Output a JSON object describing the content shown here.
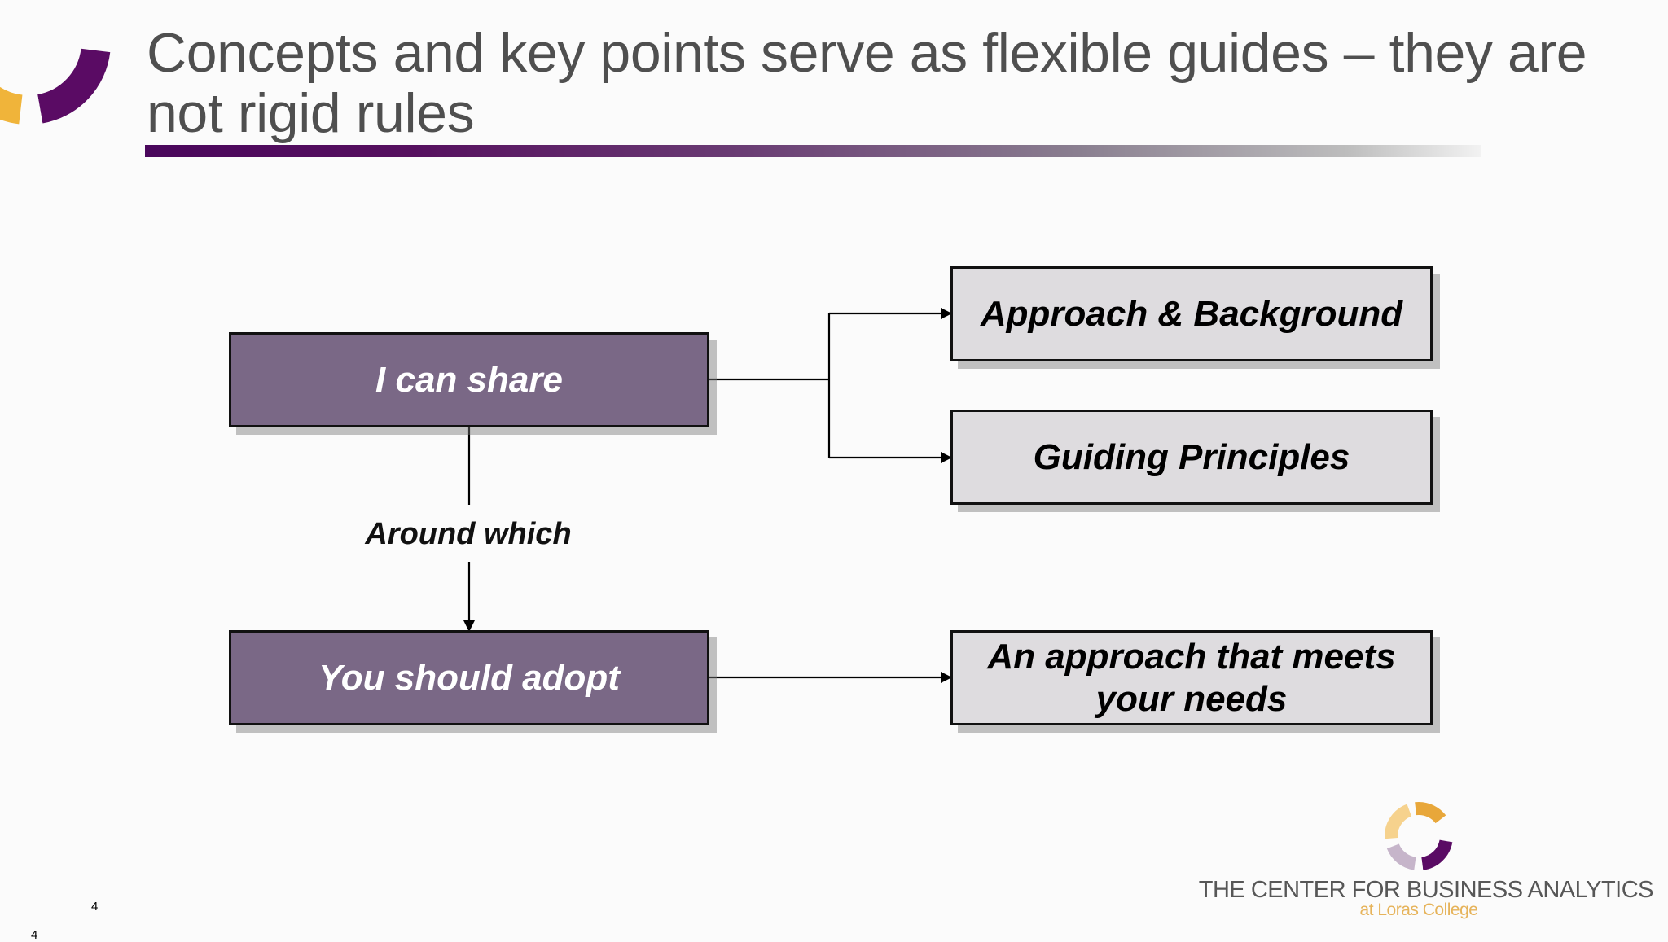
{
  "slide": {
    "title": "Concepts and key points serve as flexible guides – they are not rigid rules",
    "diagram": {
      "source_top": "I can share",
      "source_bottom": "You should adopt",
      "connector_label": "Around which",
      "target_top": "Approach & Background",
      "target_middle": "Guiding Principles",
      "target_bottom": "An approach that meets your needs"
    },
    "footer": {
      "brand": "THE CENTER FOR BUSINESS ANALYTICS",
      "subbrand": "at Loras College",
      "page_number": "4",
      "edge_number": "4"
    },
    "icons": {
      "corner_logo": "ring-logo-icon",
      "bottom_logo": "ring-logo-icon"
    },
    "colors": {
      "title": "#4f4f4f",
      "purple_box": "#7a6886",
      "gray_box": "#dedcdf",
      "brand_purple": "#5a0b64",
      "brand_gold": "#f0b43a"
    }
  }
}
